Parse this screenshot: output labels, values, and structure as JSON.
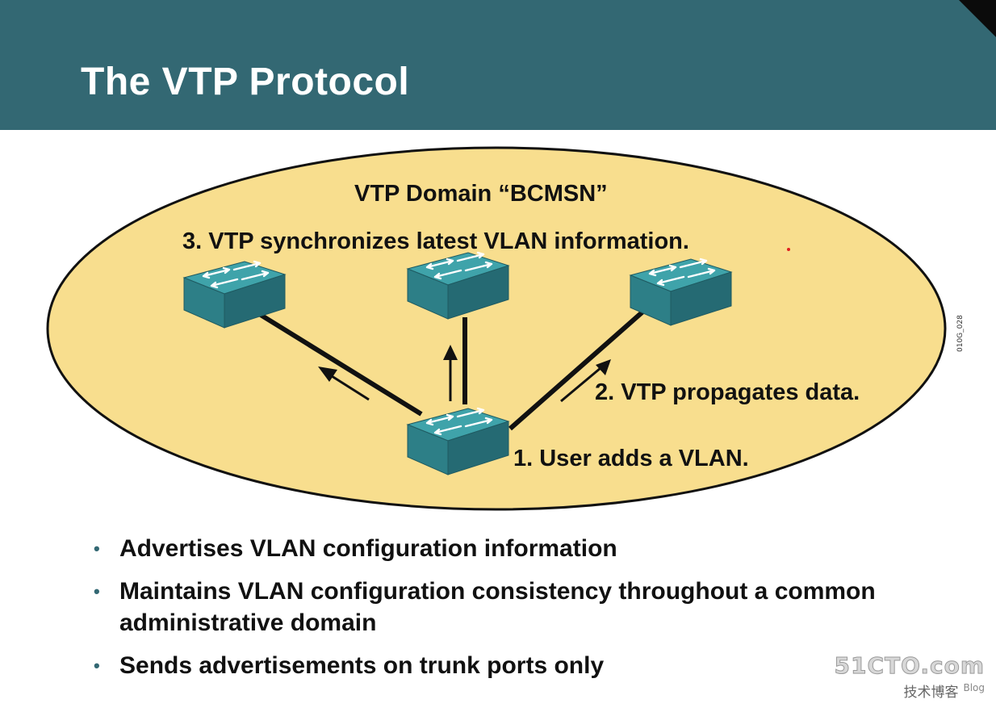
{
  "header": {
    "title": "The VTP Protocol"
  },
  "diagram": {
    "domain_label": "VTP Domain “BCMSN”",
    "step_3": "3. VTP synchronizes latest VLAN information.",
    "step_2": "2. VTP propagates data.",
    "step_1": "1. User adds a VLAN.",
    "figure_code": "010G_028",
    "colors": {
      "domain_fill": "#f8de8e",
      "switch_top": "#3a9aa2",
      "switch_front": "#2f7f87",
      "switch_side": "#256670"
    }
  },
  "bullets": [
    "Advertises VLAN configuration information",
    "Maintains VLAN configuration consistency throughout a common administrative domain",
    "Sends advertisements on trunk ports only"
  ],
  "watermark": {
    "site": "51CTO.com",
    "subtitle": "技术博客",
    "blog": "Blog"
  }
}
